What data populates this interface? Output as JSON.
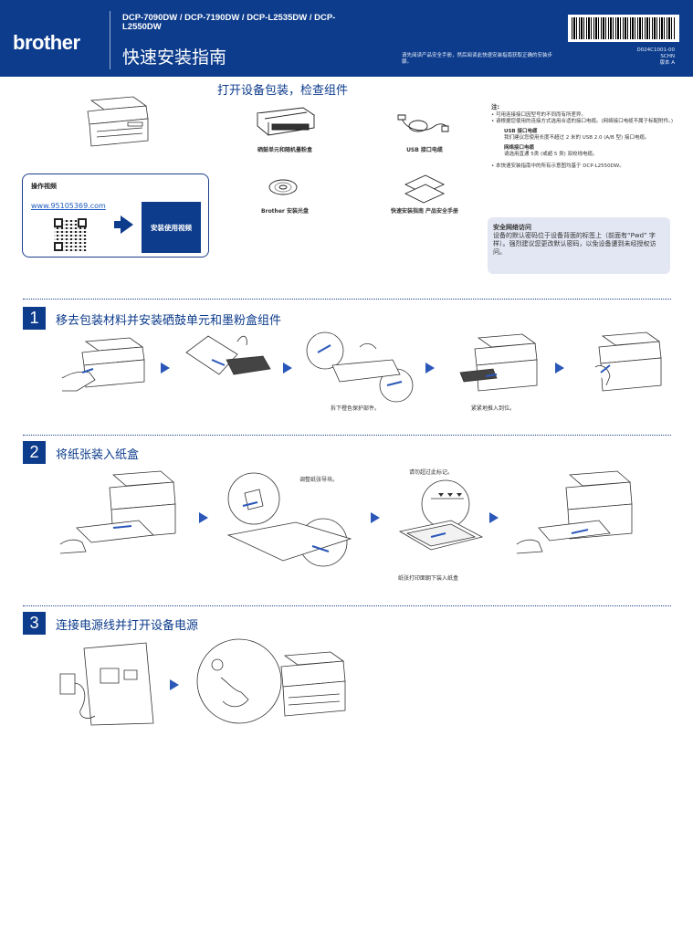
{
  "header": {
    "logo": "brother",
    "models": "DCP-7090DW / DCP-7190DW / DCP-L2535DW / DCP-L2550DW",
    "title": "快速安装指南",
    "note": "请先阅读产品安全手册，然后阅读此快速安装指南获取正确的安装步骤。",
    "doc_code": "D024C1001-00",
    "lang": "SCHN",
    "version": "版本 A"
  },
  "unpack": {
    "title": "打开设备包装，检查组件",
    "items": [
      {
        "label": "硒鼓单元和随机墨粉盒",
        "icon": "drum-toner-icon"
      },
      {
        "label": "USB 接口电缆",
        "icon": "usb-cable-icon"
      },
      {
        "label": "Brother 安装光盘",
        "icon": "cd-icon"
      },
      {
        "label": "快速安装指南 产品安全手册",
        "icon": "manuals-icon"
      }
    ]
  },
  "video": {
    "title": "操作视频",
    "link": "www.95105369.com",
    "button": "安装使用视频"
  },
  "notes": {
    "title": "注:",
    "bullet1": "可用连接接口因型号的不同而有所差异。",
    "bullet2": "请根据您使用的连接方式选用合适的接口电缆。(网络接口电缆不属于标配附件。)",
    "usb_title": "USB 接口电缆",
    "usb_text": "我们建议您使用长度不超过 2 米的 USB 2.0 (A/B 型) 接口电缆。",
    "net_title": "网络接口电缆",
    "net_text": "请选用直通 5类 (或超 5 类) 双绞线电缆。",
    "bullet3": "本快速安装指南中的所有示意图均基于 DCP-L2550DW。"
  },
  "security": {
    "title": "安全网络访问",
    "text": "设备的默认密码位于设备背面的标签上（前面有“Pwd” 字样）。强烈建议您更改默认密码，以免设备遭到未经授权访问。"
  },
  "steps": [
    {
      "number": "1",
      "title": "移去包装材料并安装硒鼓单元和墨粉盒组件",
      "captions": [
        "拆下橙色保护部件。",
        "紧紧地推入到位。"
      ]
    },
    {
      "number": "2",
      "title": "将纸张装入纸盒",
      "captions": [
        "调整纸张导块。",
        "请勿超过此标记。",
        "纸张打印面朝下装入纸盒"
      ]
    },
    {
      "number": "3",
      "title": "连接电源线并打开设备电源",
      "captions": []
    }
  ],
  "colors": {
    "brand_blue": "#0d3c8c",
    "arrow_blue": "#2a57b8",
    "note_bg": "#e3e6f3"
  }
}
